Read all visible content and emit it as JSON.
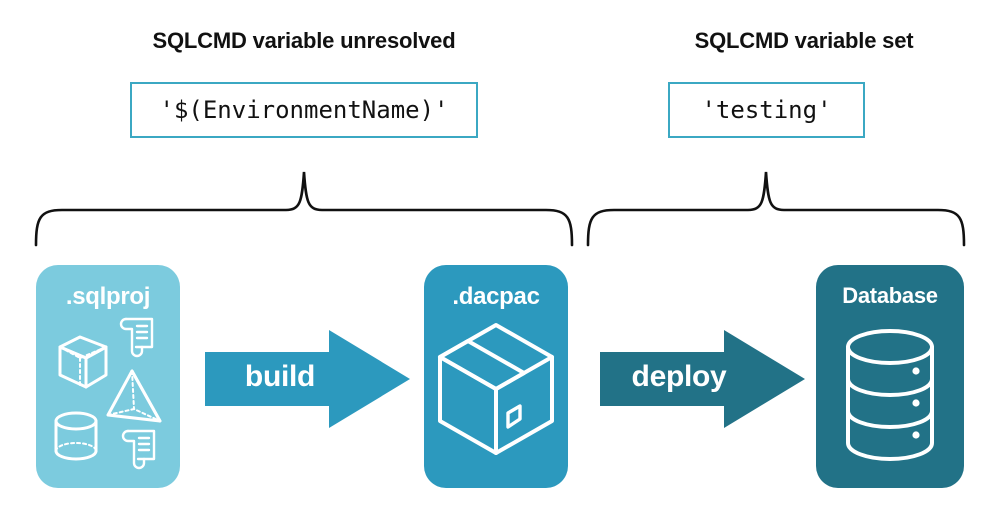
{
  "headings": {
    "left": "SQLCMD variable unresolved",
    "right": "SQLCMD variable set"
  },
  "code_boxes": {
    "left_value": "'$(EnvironmentName)'",
    "right_value": "'testing'"
  },
  "cards": [
    {
      "id": "sqlproj",
      "title": ".sqlproj",
      "color": "#7CCBDE",
      "icons": [
        "cube-wireframe-icon",
        "pyramid-wireframe-icon",
        "cylinder-wireframe-icon",
        "scroll-icon",
        "scroll-icon"
      ]
    },
    {
      "id": "dacpac",
      "title": ".dacpac",
      "color": "#2C99BE",
      "icons": [
        "package-box-icon"
      ]
    },
    {
      "id": "database",
      "title": "Database",
      "color": "#227287",
      "icons": [
        "database-cylinder-icon"
      ]
    }
  ],
  "arrows": [
    {
      "id": "build",
      "label": "build",
      "color": "#2C99BE",
      "direction": "right"
    },
    {
      "id": "deploy",
      "label": "deploy",
      "color": "#227287",
      "direction": "right"
    }
  ],
  "braces": [
    {
      "id": "brace-left",
      "group": "build-stage",
      "color": "#111111"
    },
    {
      "id": "brace-right",
      "group": "deploy-stage",
      "color": "#111111"
    }
  ],
  "palette": {
    "light_blue": "#7CCBDE",
    "mid_blue": "#2C99BE",
    "dark_teal": "#227287",
    "border_blue": "#3BA8C3",
    "ink": "#111111",
    "background": "#FFFFFF"
  }
}
